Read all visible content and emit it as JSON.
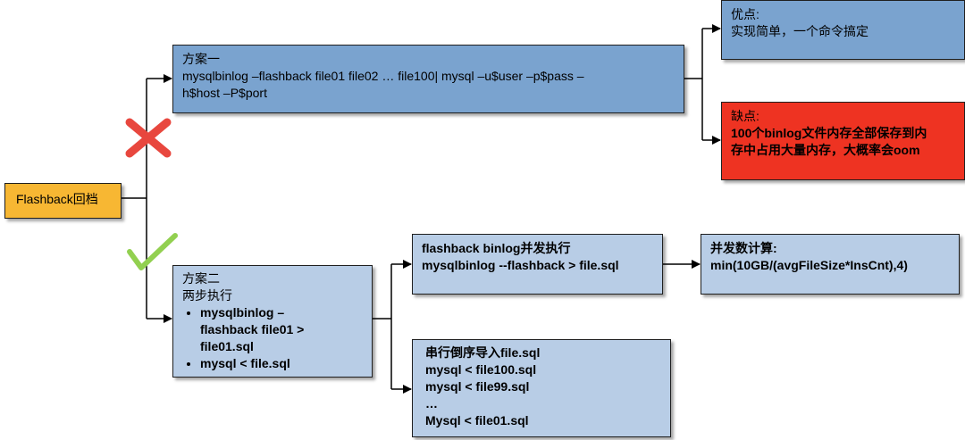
{
  "root": {
    "label": "Flashback回档"
  },
  "plan_one": {
    "title": "方案一",
    "command_line1": "mysqlbinlog –flashback  file01 file02 … file100| mysql –u$user –p$pass –",
    "command_line2": "h$host –P$port"
  },
  "pros": {
    "title": "优点:",
    "text": "实现简单，一个命令搞定"
  },
  "cons": {
    "title": "缺点:",
    "line1": "100个binlog文件内存全部保存到内",
    "line2": "存中占用大量内存，大概率会oom"
  },
  "plan_two": {
    "title": "方案二",
    "subtitle": "两步执行",
    "bullet1_line1": "mysqlbinlog –",
    "bullet1_line2": "flashback file01 >",
    "bullet1_line3": "file01.sql",
    "bullet2": "mysql < file.sql"
  },
  "concurrent": {
    "line1": "flashback binlog并发执行",
    "line2": "mysqlbinlog --flashback > file.sql"
  },
  "concurrency_calc": {
    "line1": "并发数计算:",
    "line2": "min(10GB/(avgFileSize*InsCnt),4)"
  },
  "serial": {
    "line1": "串行倒序导入file.sql",
    "line2": "mysql < file100.sql",
    "line3": "mysql < file99.sql",
    "line4": "…",
    "line5": "Mysql < file01.sql"
  },
  "colors": {
    "root": "#f7b733",
    "plan_one": "#7aa3cf",
    "pros": "#7aa3cf",
    "cons": "#ee3322",
    "light_boxes": "#b8cde6",
    "cross": "#e8473e",
    "check": "#92d050"
  }
}
